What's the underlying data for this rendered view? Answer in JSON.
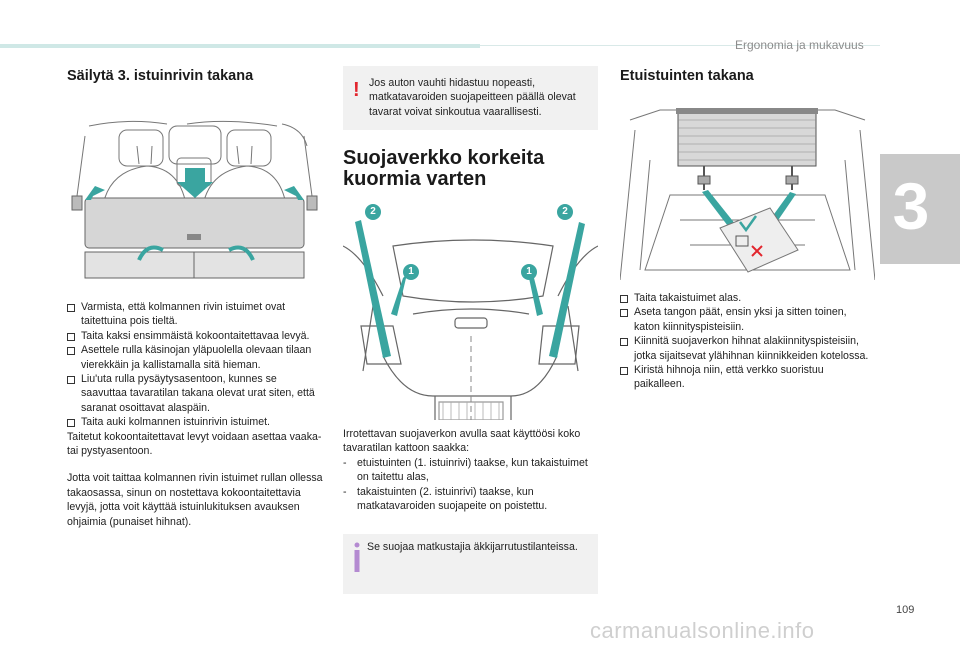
{
  "header": {
    "section_title": "Ergonomia ja mukavuus",
    "chapter_number": "3",
    "page_number": "109"
  },
  "watermark": "carmanualsonline.info",
  "col1": {
    "title": "Säilytä 3. istuinrivin takana",
    "bullets": [
      "Varmista, että kolmannen rivin istuimet ovat taitettuina pois tieltä.",
      "Taita kaksi ensimmäistä kokoontaitettavaa levyä.",
      "Asettele rulla käsinojan yläpuolella olevaan tilaan vierekkäin ja kallistamalla sitä hieman.",
      "Liu'uta rulla pysäytysasentoon, kunnes se saavuttaa tavaratilan takana olevat urat siten, että saranat osoittavat alaspäin.",
      "Taita auki kolmannen istuinrivin istuimet."
    ],
    "para1": "Taitetut kokoontaitettavat levyt voidaan asettaa vaaka- tai pystyasentoon.",
    "para2": "Jotta voit taittaa kolmannen rivin istuimet rullan ollessa takaosassa, sinun on nostettava kokoontaitettavia levyjä, jotta voit käyttää istuinlukituksen avauksen ohjaimia (punaiset hihnat)."
  },
  "col2": {
    "warning": "Jos auton vauhti hidastuu nopeasti, matkatavaroiden suojapeitteen päällä olevat tavarat voivat sinkoutua vaarallisesti.",
    "title_line1": "Suojaverkko korkeita",
    "title_line2": "kuormia varten",
    "callouts": [
      "2",
      "2",
      "1",
      "1"
    ],
    "intro": "Irrotettavan suojaverkon avulla saat käyttöösi koko tavaratilan kattoon saakka:",
    "dashes": [
      "etuistuinten (1. istuinrivi) taakse, kun takaistuimet on taitettu alas,",
      "takaistuinten (2. istuinrivi) taakse, kun matkatavaroiden suojapeite on poistettu."
    ],
    "info": "Se suojaa matkustajia äkkijarrutustilanteissa."
  },
  "col3": {
    "title": "Etuistuinten takana",
    "bullets": [
      "Taita takaistuimet alas.",
      "Aseta tangon päät, ensin yksi ja sitten toinen, katon kiinnityspisteisiin.",
      "Kiinnitä suojaverkon hihnat alakiinnityspisteisiin, jotka sijaitsevat ylähihnan kiinnikkeiden kotelossa.",
      "Kiristä hihnoja niin, että verkko suoristuu paikalleen."
    ]
  },
  "colors": {
    "accent": "#3aa5a0",
    "warning": "#e2262e",
    "note_bg": "#f1f1f1",
    "info": "#b48ad1"
  }
}
